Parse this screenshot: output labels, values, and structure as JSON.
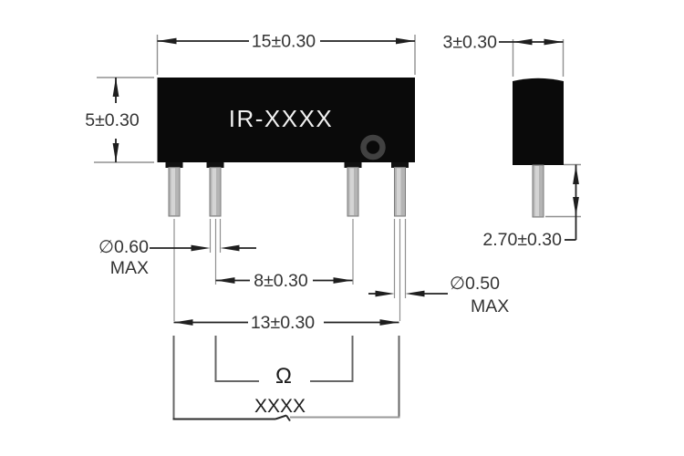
{
  "figure": {
    "kind": "technical-dimension-drawing",
    "part": {
      "label": "IR-XXXX",
      "resistance_marking": "Ω",
      "code_marking": "XXXX"
    },
    "front_view": {
      "width_dim": "15±0.30",
      "height_dim": "5±0.30",
      "inner_lead_dia": "∅0.60",
      "inner_lead_dia_max": "MAX",
      "inner_lead_span": "8±0.30",
      "outer_lead_dia": "∅0.50",
      "outer_lead_dia_max": "MAX",
      "outer_lead_span": "13±0.30"
    },
    "side_view": {
      "depth_dim": "3±0.30",
      "lead_length_dim": "2.70±0.30"
    },
    "colors": {
      "body": "#0a0a0a",
      "lead_fill": "#b4b4b4",
      "lead_edge": "#7a7a7a",
      "dimension_line": "#222222",
      "extension_line": "#909090",
      "text": "#333333",
      "part_label_text": "#f0f0f0",
      "mold_mark": "#414141"
    }
  }
}
